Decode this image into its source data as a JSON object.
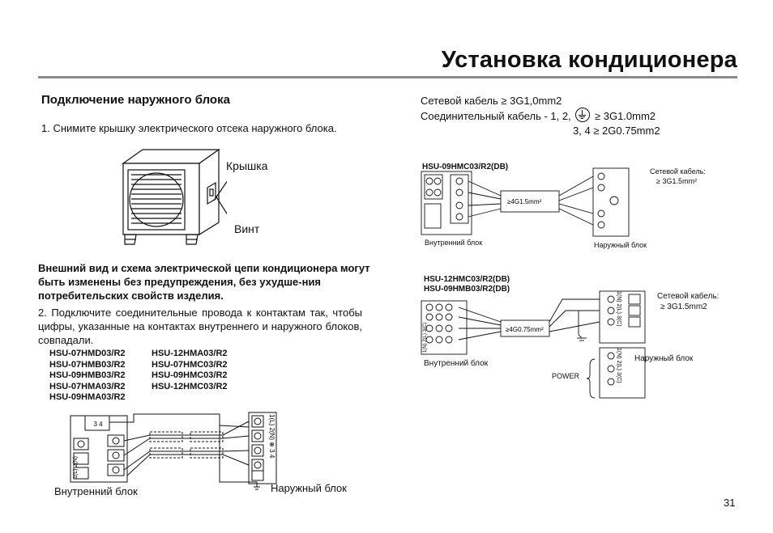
{
  "page": {
    "title": "Установка кондиционера",
    "page_number": "31"
  },
  "section": {
    "heading": "Подключение наружного блока",
    "step1": "1. Снимите крышку электрического отсека наружного блока.",
    "cover_label": "Крышка",
    "screw_label": "Винт",
    "warning": "Внешний вид и схема электрической цепи кондиционера могут быть изменены без предупреждения, без ухудше-ния потребительских свойств изделия.",
    "step2": "2. Подключите соединительные провода к контактам так, чтобы цифры, указанные на контактах внутреннего и наружного блоков, совпадали.",
    "models_col1": [
      "HSU-07HMD03/R2",
      "HSU-07HMB03/R2",
      "HSU-09HMB03/R2",
      "HSU-07HMA03/R2",
      "HSU-09HMA03/R2"
    ],
    "models_col2": [
      "HSU-12HMA03/R2",
      "HSU-07HMC03/R2",
      "HSU-09HMC03/R2",
      "HSU-12HMC03/R2"
    ]
  },
  "cables": {
    "power": "Сетевой кабель  ≥ 3G1,0mm2",
    "connecting_prefix": "Соединительный кабель - 1, 2,",
    "connecting_suffix": "≥ 3G1.0mm2",
    "connecting_line2": "3, 4 ≥ 2G0.75mm2"
  },
  "diagram_bottom": {
    "indoor_label": "Внутренний блок",
    "outdoor_label": "Наружный блок",
    "outdoor_terminals": "1(L) 2(N) ⊕ 3 4",
    "indoor_top_terminals": "3 4",
    "indoor_side_terminals": "1(L) 2(N)"
  },
  "diagram_right1": {
    "model": "HSU-09HMC03/R2(DB)",
    "cable_spec": "≥4G1.5mm²",
    "power_label": "Сетевой кабель:",
    "power_spec": "≥ 3G1.5mm²",
    "indoor_label": "Внутренний блок",
    "outdoor_label": "Наружный блок"
  },
  "diagram_right2": {
    "model1": "HSU-12HMC03/R2(DB)",
    "model2": "HSU-09HMB03/R2(DB)",
    "cable_spec": "≥4G0.75mm²",
    "power_label": "Сетевой кабель:",
    "power_spec": "≥ 3G1.5mm2",
    "indoor_label": "Внутренний блок",
    "outdoor_label": "Наружный блок",
    "power_word": "POWER",
    "outdoor_upper_terminals": "1(N) 2(L) 3(C)",
    "outdoor_lower_terminals": "1(N) 2(L) 3(C)",
    "indoor_terminals": "1(N) 2(L) 3(C)"
  }
}
